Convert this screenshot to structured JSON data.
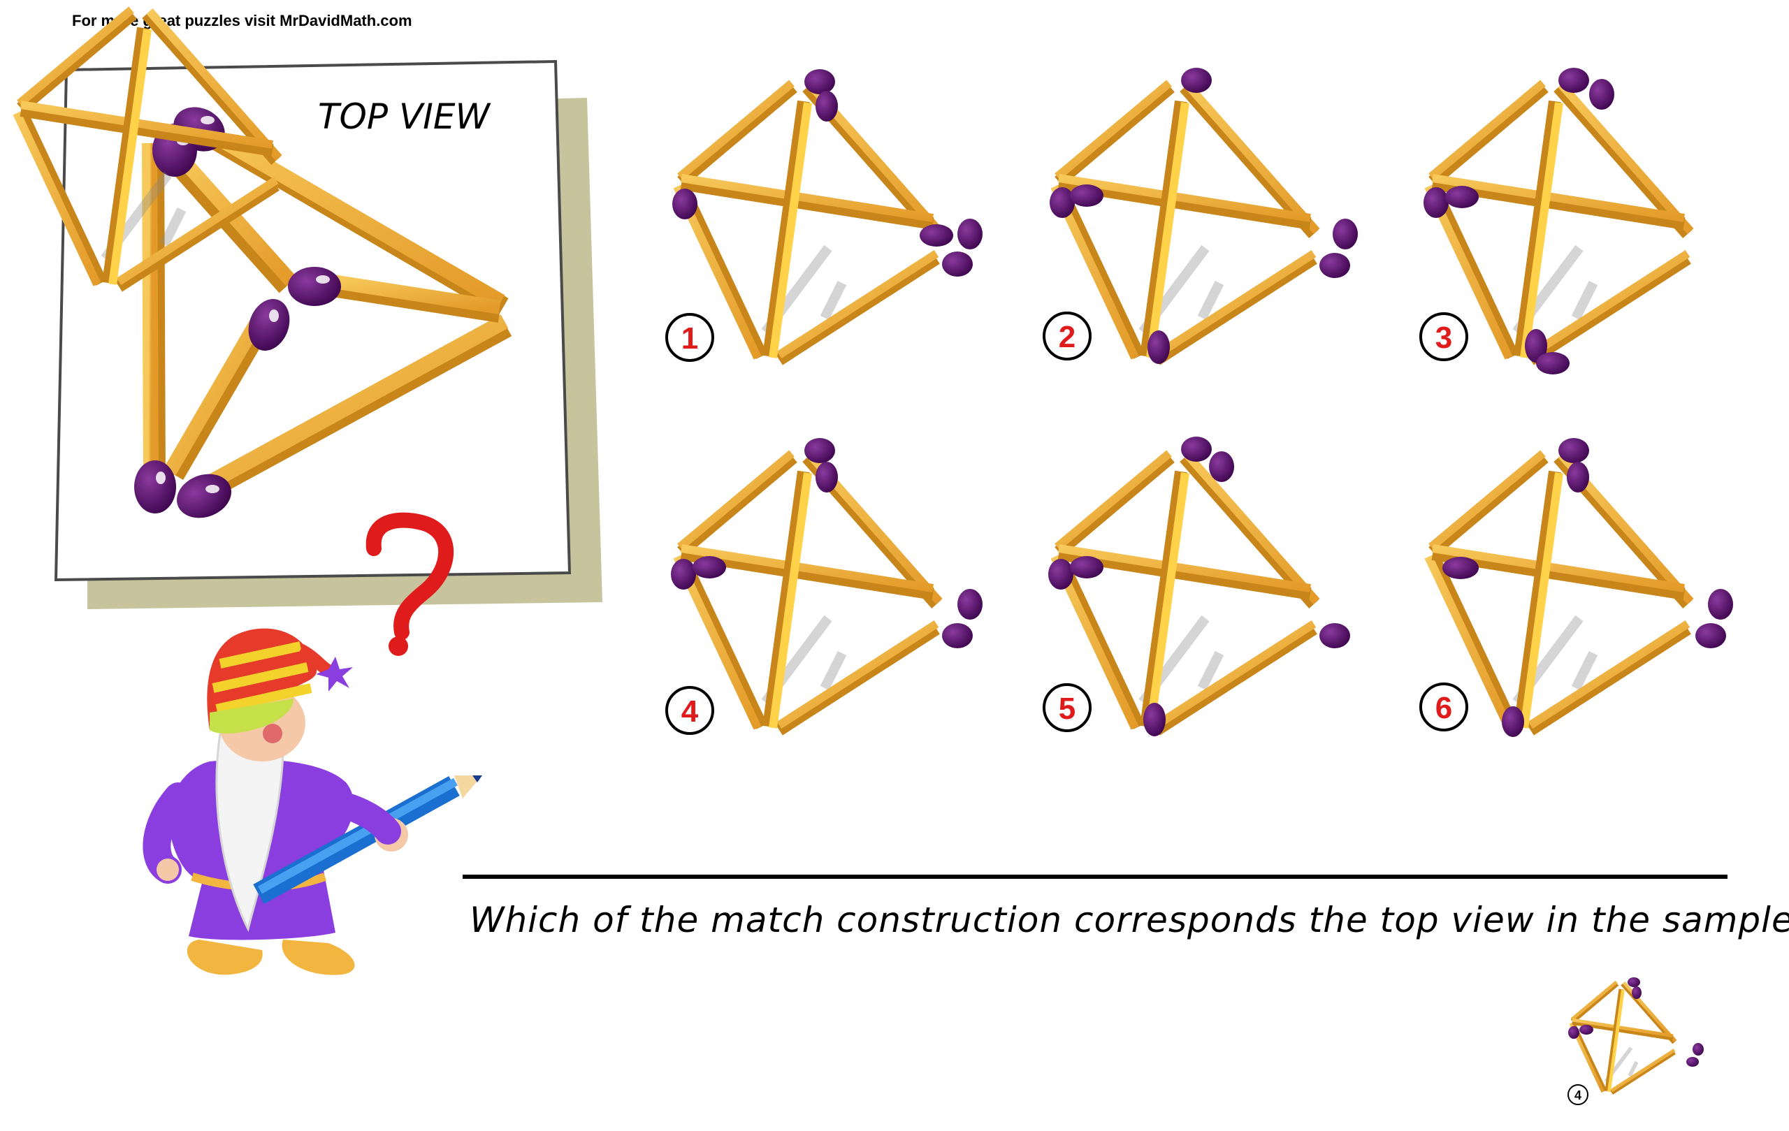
{
  "header": {
    "credit": "For more great puzzles visit MrDavidMath.com"
  },
  "sample": {
    "title": "TOP VIEW"
  },
  "question": "Which of the match construction corresponds the top view in the sample?",
  "options": [
    {
      "label": "1"
    },
    {
      "label": "2"
    },
    {
      "label": "3"
    },
    {
      "label": "4"
    },
    {
      "label": "5"
    },
    {
      "label": "6"
    }
  ],
  "answer": {
    "label": "4"
  },
  "colors": {
    "match_stick": "#f2b33a",
    "match_shadow": "#c8861a",
    "match_head": "#5b0f6e",
    "option_number": "#e01b1b",
    "paper_shadow": "#c7c49d"
  }
}
